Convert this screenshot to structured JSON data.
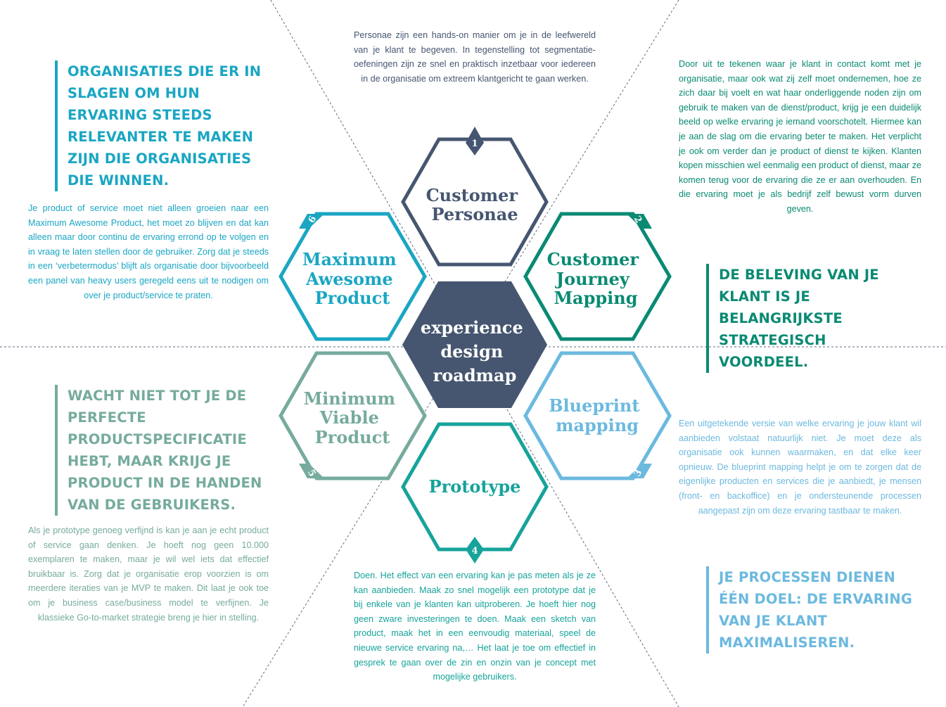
{
  "colors": {
    "navy": "#465671",
    "teal_green": "#0a8a73",
    "light_blue": "#6cb9df",
    "teal": "#16a39a",
    "sage": "#76ab9e",
    "cyan": "#1aa6c3",
    "dash_line": "#5d6b82"
  },
  "center": {
    "line1": "experience",
    "line2": "design",
    "line3": "roadmap"
  },
  "hexagons": [
    {
      "number": "1",
      "lines": [
        "Customer",
        "Personae"
      ],
      "color": "#465671"
    },
    {
      "number": "2",
      "lines": [
        "Customer",
        "Journey",
        "Mapping"
      ],
      "color": "#0a8a73"
    },
    {
      "number": "3",
      "lines": [
        "Blueprint",
        "mapping"
      ],
      "color": "#6cb9df"
    },
    {
      "number": "4",
      "lines": [
        "Prototype"
      ],
      "color": "#16a39a"
    },
    {
      "number": "5",
      "lines": [
        "Minimum",
        "Viable",
        "Product"
      ],
      "color": "#76ab9e"
    },
    {
      "number": "6",
      "lines": [
        "Maximum",
        "Awesome",
        "Product"
      ],
      "color": "#1aa6c3"
    }
  ],
  "descriptions": {
    "personae": "Personae zijn een hands-on manier om je in de leefwereld van je klant te begeven. In tegenstelling tot segmentatie-oefeningen zijn ze snel en praktisch inzetbaar voor iedereen in de organisatie om extreem klantgericht te gaan werken.",
    "journey": "Door uit te tekenen waar je klant in contact komt met je organisatie, maar ook wat zij zelf moet ondernemen, hoe ze zich daar bij voelt en wat haar onderliggende noden zijn om gebruik te maken van de dienst/product, krijg je een duidelijk beeld op welke ervaring je iemand voorschotelt. Hiermee kan je aan de slag om die ervaring beter te maken. Het verplicht je ook om verder dan je product of dienst te kijken. Klanten kopen misschien wel eenmalig een product of dienst, maar ze komen terug voor de ervaring die ze er aan overhouden. En die ervaring moet je als bedrijf zelf bewust vorm durven geven.",
    "blueprint": "Een uitgetekende versie van welke ervaring je jouw klant wil aanbieden volstaat natuurlijk niet. Je moet deze als organisatie ook kunnen waarmaken, en dat elke keer opnieuw. De blueprint mapping helpt je om te zorgen dat de eigenlijke producten en services die je aanbiedt, je mensen (front- en backoffice) en je ondersteunende processen aangepast zijn om deze ervaring tastbaar te maken.",
    "prototype": "Doen. Het effect van een ervaring kan je pas meten als je ze kan aanbieden. Maak zo snel mogelijk een prototype dat je bij enkele van je klanten kan uitproberen. Je hoeft hier nog geen zware investeringen te doen. Maak een sketch van product, maak het in een eenvoudig materiaal, speel de nieuwe service ervaring na,… Het laat je toe om effectief in gesprek te gaan over de zin en onzin van je concept met mogelijke gebruikers.",
    "mvp": "Als je prototype genoeg verfijnd is kan je aan je echt product of service gaan denken. Je hoeft nog geen 10.000 exemplaren te maken, maar je wil wel iets dat effectief bruikbaar is. Zorg dat je organisatie erop voorzien is om meerdere iteraties van je MVP te maken. Dit laat je ook toe om je business case/business model te verfijnen. Je klassieke Go-to-market strategie breng je hier in stelling.",
    "map": "Je product of service moet niet alleen groeien naar een Maximum Awesome Product, het moet zo blijven en dat kan alleen maar door continu de ervaring errond op te volgen en in vraag te laten stellen door de gebruiker. Zorg dat je steeds in een ‘verbetermodus’ blijft als organisatie door bijvoorbeeld een panel van heavy users geregeld eens uit te nodigen om over je product/service te praten."
  },
  "quotes": {
    "top_left": "Organisaties die er in slagen om hun ervaring steeds relevanter te maken zijn die organisaties die winnen.",
    "right_middle": "De beleving van je klant is je belangrijkste strategisch voordeel.",
    "left_middle": "Wacht niet tot je de perfecte productspecificatie hebt, maar krijg je product in de handen van de gebruikers.",
    "bottom_right": "Je processen dienen één doel: de ervaring van je klant maximaliseren."
  }
}
